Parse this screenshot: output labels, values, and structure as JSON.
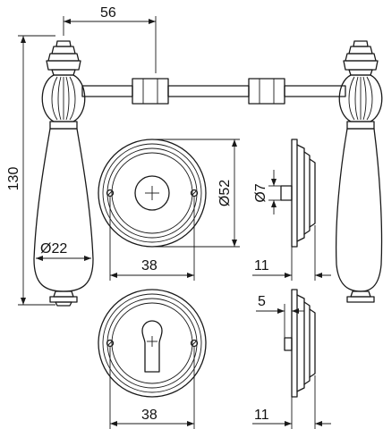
{
  "dimensions": {
    "handle_reach": "56",
    "handle_height": "130",
    "grip_diameter": "Ø22",
    "rose_diameter": "Ø52",
    "spindle_diameter": "Ø7",
    "rose_width_top": "38",
    "rose_depth_top": "11",
    "cylinder_offset": "5",
    "rose_width_bottom": "38",
    "rose_depth_bottom": "11"
  },
  "colors": {
    "line": "#1a1a1a",
    "background": "#ffffff"
  }
}
